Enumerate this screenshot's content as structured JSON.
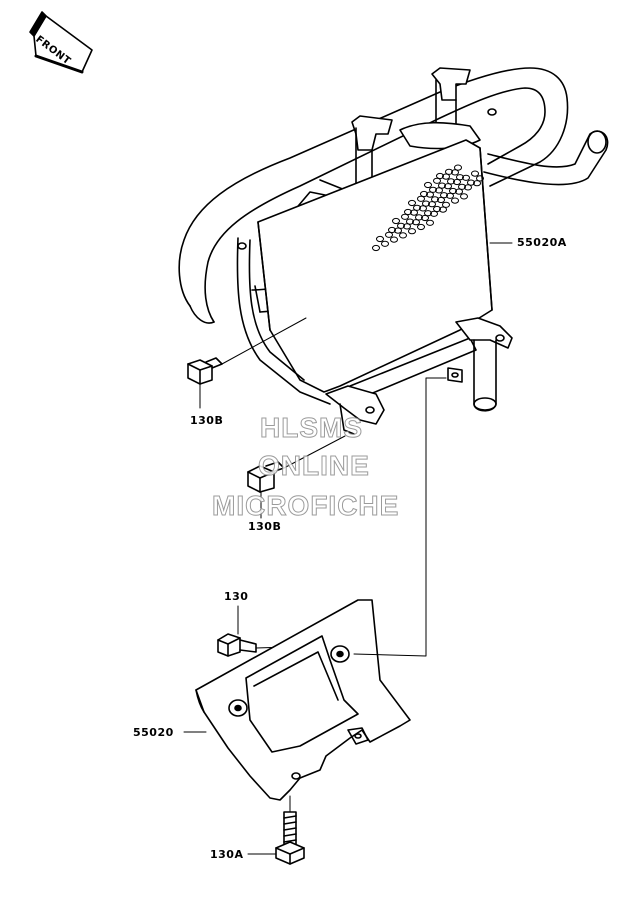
{
  "badge": {
    "front_text": "FRONT"
  },
  "labels": {
    "guard_assy": "55020A",
    "bolt_upper": "130B",
    "bolt_middle": "130B",
    "bolt_plate": "130",
    "plate": "55020",
    "bolt_lower": "130A"
  },
  "watermark": {
    "line1": "HLSMS",
    "line2": "ONLINE",
    "line3": "MICROFICHE"
  }
}
